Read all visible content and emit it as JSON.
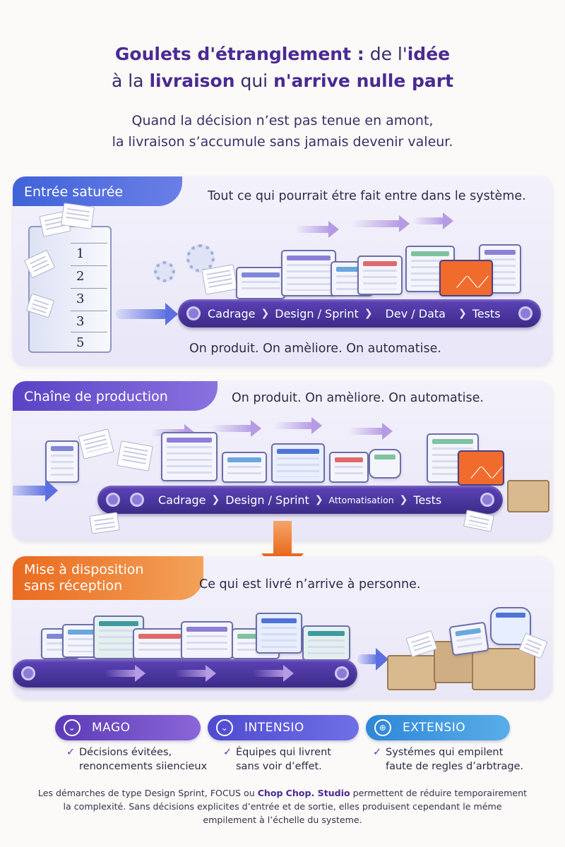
{
  "header": {
    "title_line1_part1": "Goulets d'étranglement :",
    "title_line1_part2": " de l'",
    "title_line1_part3": "idée",
    "title_line2_part1": "à la ",
    "title_line2_part2": "livraison",
    "title_line2_part3": " qui ",
    "title_line2_part4": "n'arrive nulle part",
    "subtitle_line1": "Quand la décision n’est pas tenue en amont,",
    "subtitle_line2": "la livraison s’accumule sans jamais devenir valeur."
  },
  "panels": [
    {
      "tab": "Entrée saturée",
      "caption_top": "Tout ce qui pourrait étre fait entre dans le système.",
      "caption_bottom": "On produit. On amèliore. On automatise.",
      "stages": [
        "Cadrage",
        "Design / Sprint",
        "Dev / Data",
        "Tests"
      ],
      "stack_numbers": [
        "1",
        "2",
        "3",
        "3",
        "5"
      ]
    },
    {
      "tab": "Chaîne de production",
      "caption_top": "On produit. On amèliore. On automatise.",
      "stages": [
        "Cadrage",
        "Design / Sprint",
        "Attomatisation",
        "Tests"
      ]
    },
    {
      "tab_line1": "Mise à disposition",
      "tab_line2": "sans réception",
      "caption_top": "Ce qui est livré n’arrive à personne."
    }
  ],
  "pills": [
    {
      "label": "MAGO",
      "icon": "chevron-down-icon",
      "note_line1": "Décisions évitées,",
      "note_line2": "renoncements siiencieux"
    },
    {
      "label": "INTENSIO",
      "icon": "chevron-down-icon",
      "note_line1": "Équipes qui livrent",
      "note_line2": "sans voir d’effet."
    },
    {
      "label": "EXTENSIO",
      "icon": "globe-icon",
      "note_line1": "Systémes qui empilent",
      "note_line2": "faute de regles d’arbtrage."
    }
  ],
  "footer": {
    "part1": "Les démarches de type Design Sprint, FOCUS ou ",
    "brand1": "Chop",
    "space": " ",
    "brand2": "Chop. Studio",
    "part2": " permettent de réduire temporairement la complexité. Sans décisions explicites d’entrée et de sortie, elles produisent cependant le méme empilement à l’échelle du systeme."
  },
  "colors": {
    "accent_purple": "#5b3bb6",
    "accent_blue": "#3f63d8",
    "accent_orange": "#ea6a1e",
    "accent_cyan": "#2f86d6"
  }
}
